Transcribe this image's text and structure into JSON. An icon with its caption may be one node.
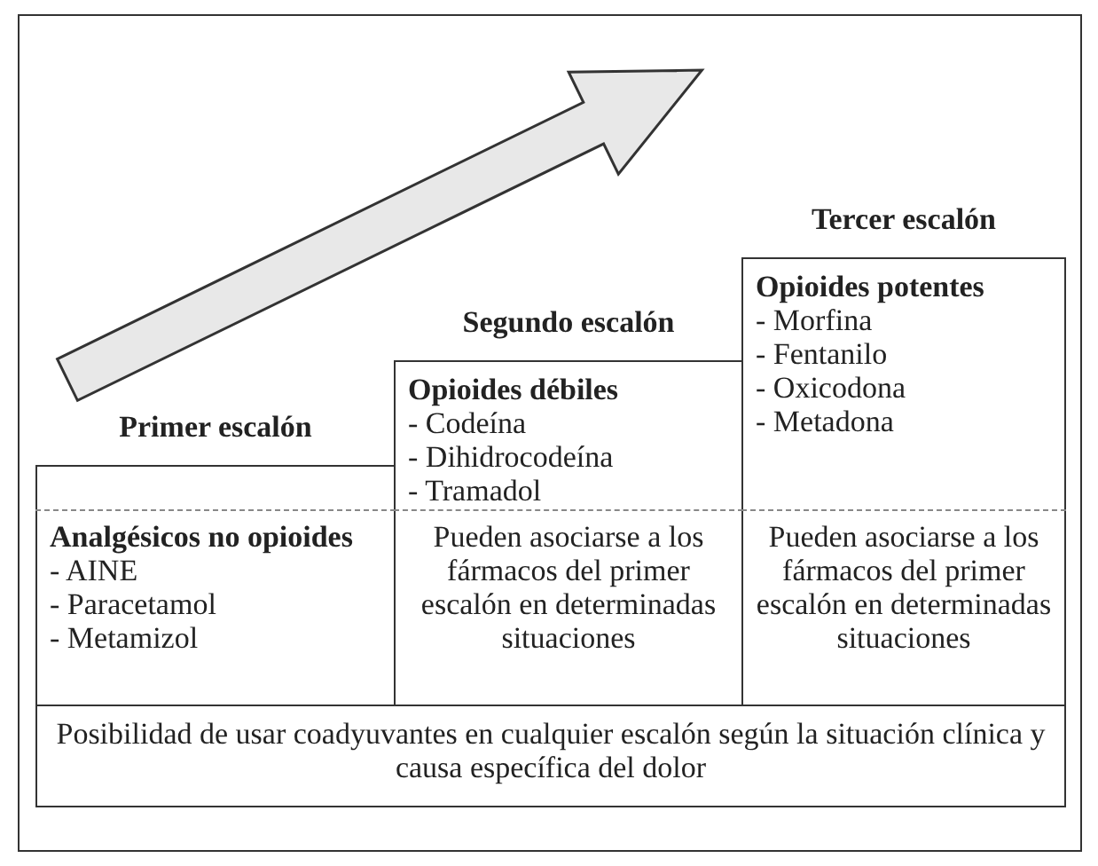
{
  "diagram": {
    "nodes": [
      {
        "text": [
          "Primer escalón",
          "Analgésicos no opioides",
          "- AINE",
          "- Paracetamol",
          "- Metamizol"
        ]
      },
      {
        "text": [
          "Segundo escalón",
          "Opioides débiles",
          "- Codeína",
          "- Dihidrocodeína",
          "- Tramadol",
          "Pueden asociarse a los fármacos del primer escalón en determinadas situaciones"
        ]
      },
      {
        "text": [
          "Tercer escalón",
          "Opioides potentes",
          "- Morfina",
          "- Fentanilo",
          "- Oxicodona",
          "- Metadona",
          "Pueden asociarse a los fármacos del primer escalón en determinadas situaciones"
        ]
      },
      {
        "text": [
          "Posibilidad de usar coadyuvantes en cualquier escalón según la situación clínica y causa específica del dolor"
        ]
      }
    ],
    "edges": []
  }
}
